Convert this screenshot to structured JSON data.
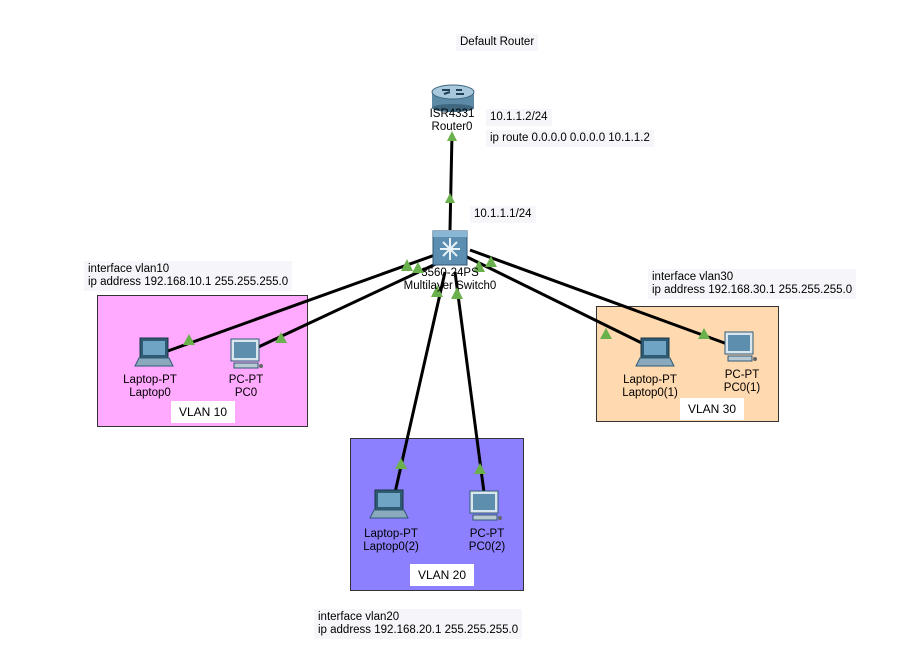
{
  "title": "Default Router",
  "router": {
    "model": "ISR4331",
    "name": "Router0",
    "ip": "10.1.1.2/24",
    "route": "ip route 0.0.0.0 0.0.0.0 10.1.1.2"
  },
  "switch": {
    "model": "3560-24PS",
    "name": "Multilayer Switch0",
    "ip": "10.1.1.1/24"
  },
  "vlans": [
    {
      "label": "VLAN 10",
      "color": "#ffa9ff",
      "config": [
        "interface vlan10",
        "ip address 192.168.10.1 255.255.255.0"
      ],
      "laptop": {
        "model": "Laptop-PT",
        "name": "Laptop0"
      },
      "pc": {
        "model": "PC-PT",
        "name": "PC0"
      }
    },
    {
      "label": "VLAN 20",
      "color": "#8c80ff",
      "config": [
        "interface vlan20",
        "ip address 192.168.20.1 255.255.255.0"
      ],
      "laptop": {
        "model": "Laptop-PT",
        "name": "Laptop0(2)"
      },
      "pc": {
        "model": "PC-PT",
        "name": "PC0(2)"
      }
    },
    {
      "label": "VLAN 30",
      "color": "#ffd9b0",
      "config": [
        "interface vlan30",
        "ip address 192.168.30.1 255.255.255.0"
      ],
      "laptop": {
        "model": "Laptop-PT",
        "name": "Laptop0(1)"
      },
      "pc": {
        "model": "PC-PT",
        "name": "PC0(1)"
      }
    }
  ],
  "colors": {
    "link": "#000000",
    "link_up": "#6ab04c"
  }
}
